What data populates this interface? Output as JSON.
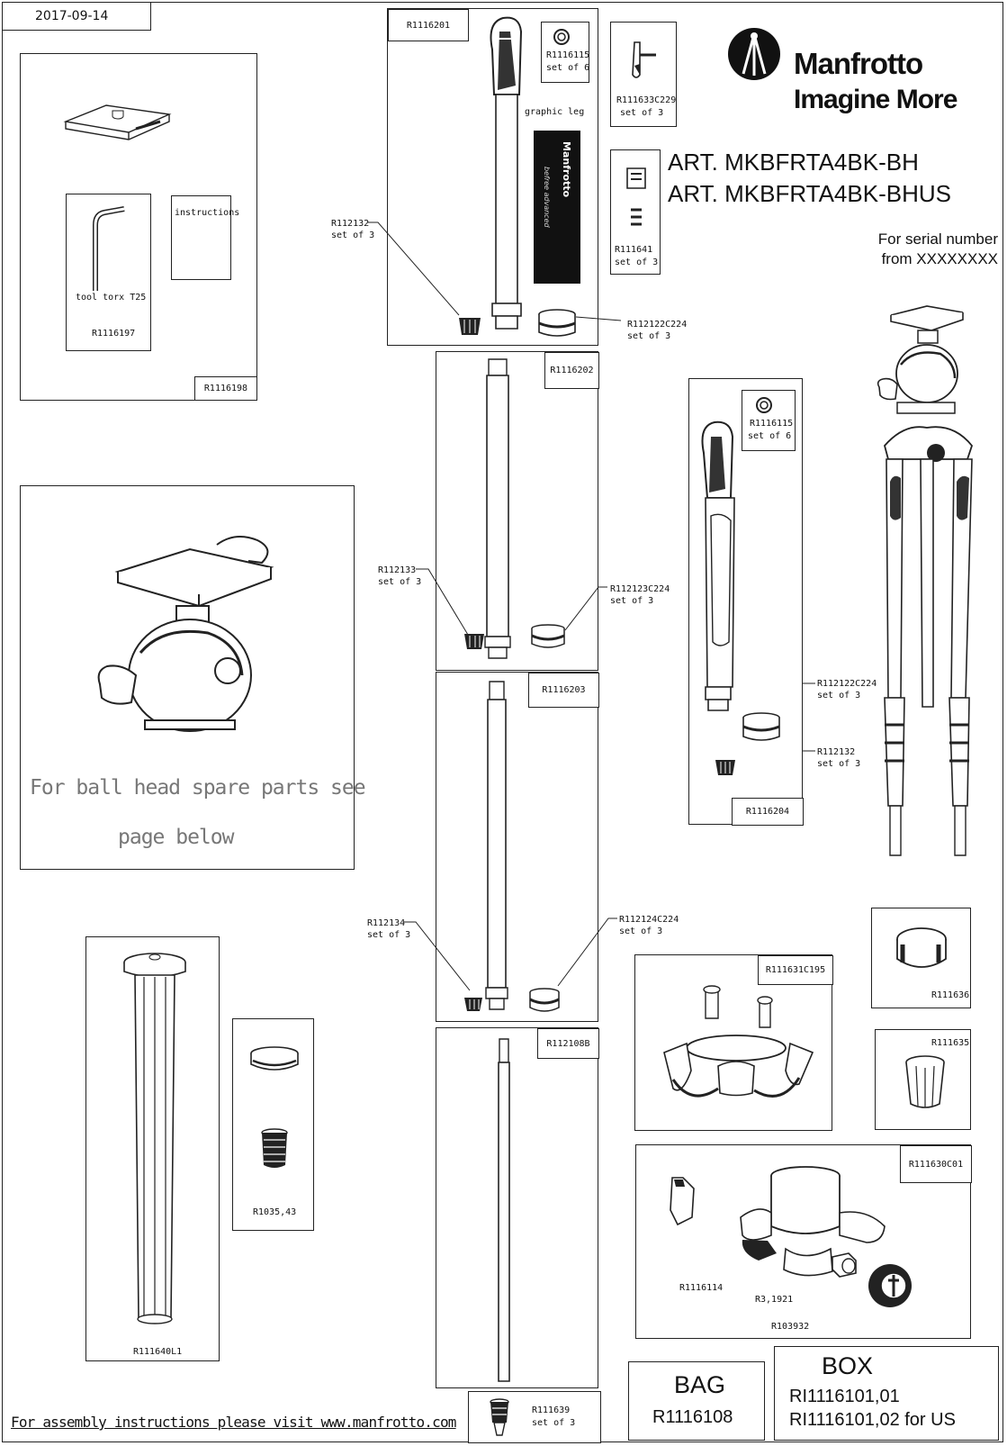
{
  "header": {
    "date": "2017-09-14",
    "brand": "Manfrotto",
    "tagline": "Imagine More",
    "art_line_1": "ART. MKBFRTA4BK-BH",
    "art_line_2": "ART. MKBFRTA4BK-BHUS",
    "serial_line_1": "For serial number",
    "serial_line_2": "from XXXXXXXX"
  },
  "plate_kit": {
    "code": "R1116198",
    "tool_label": "tool torx T25",
    "tool_code": "R1116197",
    "instructions_label": "instructions"
  },
  "ball_head": {
    "note_line_1": "For ball head spare parts see",
    "note_line_2": "page below"
  },
  "leg_1": {
    "code": "R1116201",
    "clip_code": "R1116115",
    "clip_set": "set of 6",
    "graphic_label": "graphic leg",
    "foot_code": "R112132",
    "foot_set": "set of 3",
    "ring_code": "R112122C224",
    "ring_set": "set of 3",
    "graphic_brand": "Manfrotto",
    "graphic_sub": "befree advanced"
  },
  "lever": {
    "code": "R111633C229",
    "set": "set of 3"
  },
  "hinge": {
    "code": "R111641",
    "set": "set of 3"
  },
  "leg_2": {
    "code": "R1116202",
    "foot_code": "R112133",
    "foot_set": "set of 3",
    "ring_code": "R112123C224",
    "ring_set": "set of 3"
  },
  "leg_3": {
    "code": "R1116203",
    "foot_code": "R112134",
    "foot_set": "set of 3",
    "ring_code": "R112124C224",
    "ring_set": "set of 3"
  },
  "leg_4": {
    "code": "R112108B"
  },
  "leg_side": {
    "code": "R1116204",
    "clip_code": "R1116115",
    "clip_set": "set of 6",
    "ring_code": "R112122C224",
    "ring_set": "set of 3",
    "foot_code": "R112132",
    "foot_set": "set of 3"
  },
  "column": {
    "code": "R111640L1"
  },
  "column_parts": {
    "code": "R1035,43"
  },
  "spike": {
    "code": "R111639",
    "set": "set of 3"
  },
  "spider": {
    "code": "R111631C195"
  },
  "collar_1": {
    "code": "R111636"
  },
  "collar_2": {
    "code": "R111635"
  },
  "base": {
    "code": "R111630C01",
    "latch_code": "R1116114",
    "knob_code": "R3,1921",
    "wheel_code": "R103932"
  },
  "bag": {
    "title": "BAG",
    "code": "R1116108"
  },
  "box": {
    "title": "BOX",
    "code_1": "RI1116101,01",
    "code_2": "RI1116101,02 for US"
  },
  "footer": {
    "instructions": "For assembly instructions please visit www.manfrotto.com"
  }
}
